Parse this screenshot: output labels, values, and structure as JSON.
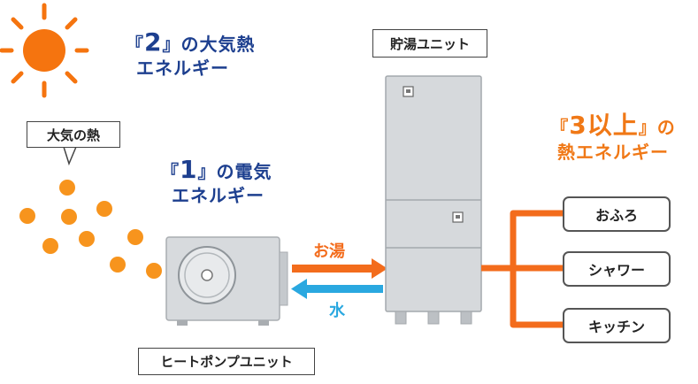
{
  "atmospheric": {
    "bracket_open": "『",
    "number": "2",
    "bracket_close": "』",
    "suffix": "の大気熱",
    "line2": "エネルギー"
  },
  "atmospheric_heat_label": "大気の熱",
  "electric": {
    "bracket_open": "『",
    "number": "1",
    "bracket_close": "』",
    "suffix": "の電気",
    "line2": "エネルギー"
  },
  "heat_pump_label": "ヒートポンプユニット",
  "storage_label": "貯湯ユニット",
  "output": {
    "bracket_open": "『",
    "number": "3以上",
    "bracket_close": "』",
    "suffix": "の",
    "line2": "熱エネルギー"
  },
  "hot_water_label": "お湯",
  "water_label": "水",
  "uses": [
    "おふろ",
    "シャワー",
    "キッチン"
  ],
  "colors": {
    "blue_text": "#1d3f8f",
    "orange_text": "#f07816",
    "hot_water_arrow": "#f36c1c",
    "water_arrow": "#2aa8e0",
    "sun": "#f5740f",
    "heat_dots": "#f7941d"
  }
}
